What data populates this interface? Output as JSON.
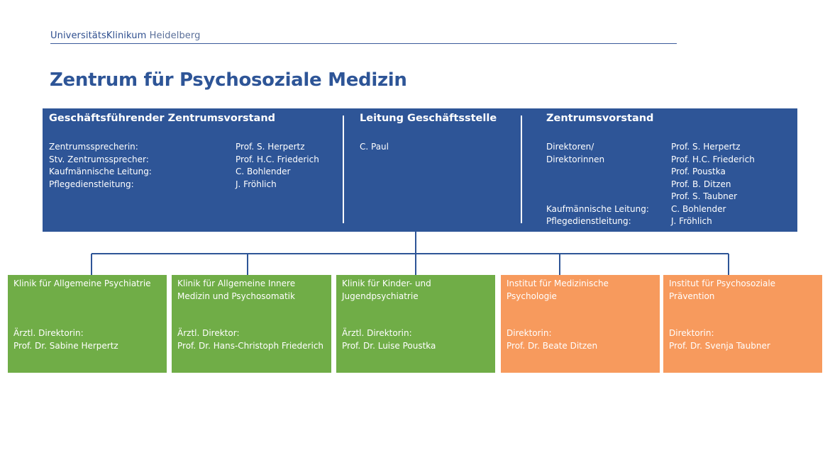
{
  "header": {
    "brand_bold": "UniversitätsKlinikum",
    "brand_light": " Heidelberg",
    "title": "Zentrum für Psychosoziale Medizin"
  },
  "board": {
    "executive": {
      "heading": "Geschäftsführender Zentrumsvorstand",
      "rows": [
        {
          "label": "Zentrumssprecherin:",
          "value": "Prof. S. Herpertz"
        },
        {
          "label": "Stv. Zentrumssprecher:",
          "value": "Prof. H.C. Friederich"
        },
        {
          "label": "Kaufmännische Leitung:",
          "value": "C. Bohlender"
        },
        {
          "label": "Pflegedienstleitung:",
          "value": "J. Fröhlich"
        }
      ]
    },
    "office": {
      "heading": "Leitung Geschäftsstelle",
      "value": "C. Paul"
    },
    "center": {
      "heading": "Zentrumsvorstand",
      "directors_label_1": "Direktoren/",
      "directors_label_2": "Direktorinnen",
      "directors": [
        "Prof. S. Herpertz",
        "Prof. H.C. Friederich",
        "Prof. Poustka",
        "Prof. B. Ditzen",
        "Prof. S. Taubner"
      ],
      "rows": [
        {
          "label": "Kaufmännische Leitung:",
          "value": "C. Bohlender"
        },
        {
          "label": "Pflegedienstleitung:",
          "value": "J. Fröhlich"
        }
      ]
    }
  },
  "units": [
    {
      "name": "Klinik für Allgemeine Psychiatrie",
      "role": "Ärztl. Direktorin:",
      "person": "Prof. Dr. Sabine Herpertz",
      "color": "#70ad47"
    },
    {
      "name": "Klinik für Allgemeine Innere Medizin und Psychosomatik",
      "role": "Ärztl. Direktor:",
      "person": "Prof. Dr. Hans-Christoph Friederich",
      "color": "#70ad47"
    },
    {
      "name": "Klinik für Kinder- und Jugendpsychiatrie",
      "role": "Ärztl. Direktorin:",
      "person": "Prof. Dr. Luise Poustka",
      "color": "#70ad47"
    },
    {
      "name": "Institut für Medizinische Psychologie",
      "role": "Direktorin:",
      "person": "Prof. Dr. Beate Ditzen",
      "color": "#f79a5d"
    },
    {
      "name": "Institut für Psychosoziale Prävention",
      "role": "Direktorin:",
      "person": "Prof. Dr. Svenja Taubner",
      "color": "#f79a5d"
    }
  ],
  "colors": {
    "board": "#2e5597",
    "clinic": "#70ad47",
    "institute": "#f79a5d",
    "connector": "#2e5597"
  }
}
